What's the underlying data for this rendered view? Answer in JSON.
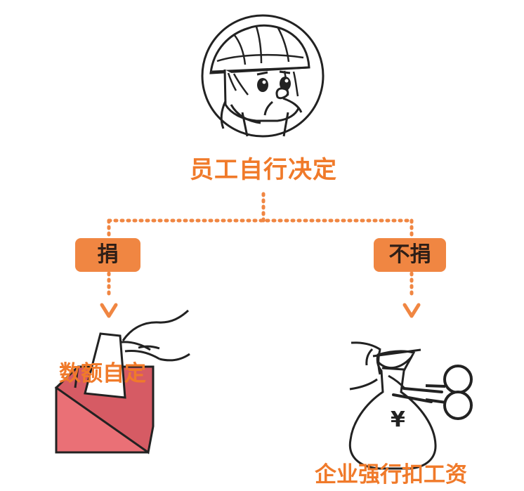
{
  "diagram": {
    "decision": "员工自行决定",
    "branches": [
      {
        "label": "捐",
        "result": "数额自定"
      },
      {
        "label": "不捐",
        "result": "企业强行扣工资"
      }
    ],
    "currency_symbol": "¥",
    "colors": {
      "accent": "#f07a2a",
      "pill_fill": "#f08642",
      "pill_text": "#2f1f17",
      "box_fill": "#ea7076",
      "box_side": "#d65b64",
      "line": "#222222"
    },
    "icons": [
      "worker-avatar-icon",
      "donation-box-icon",
      "money-bag-icon",
      "scissors-icon",
      "hand-icon"
    ]
  }
}
